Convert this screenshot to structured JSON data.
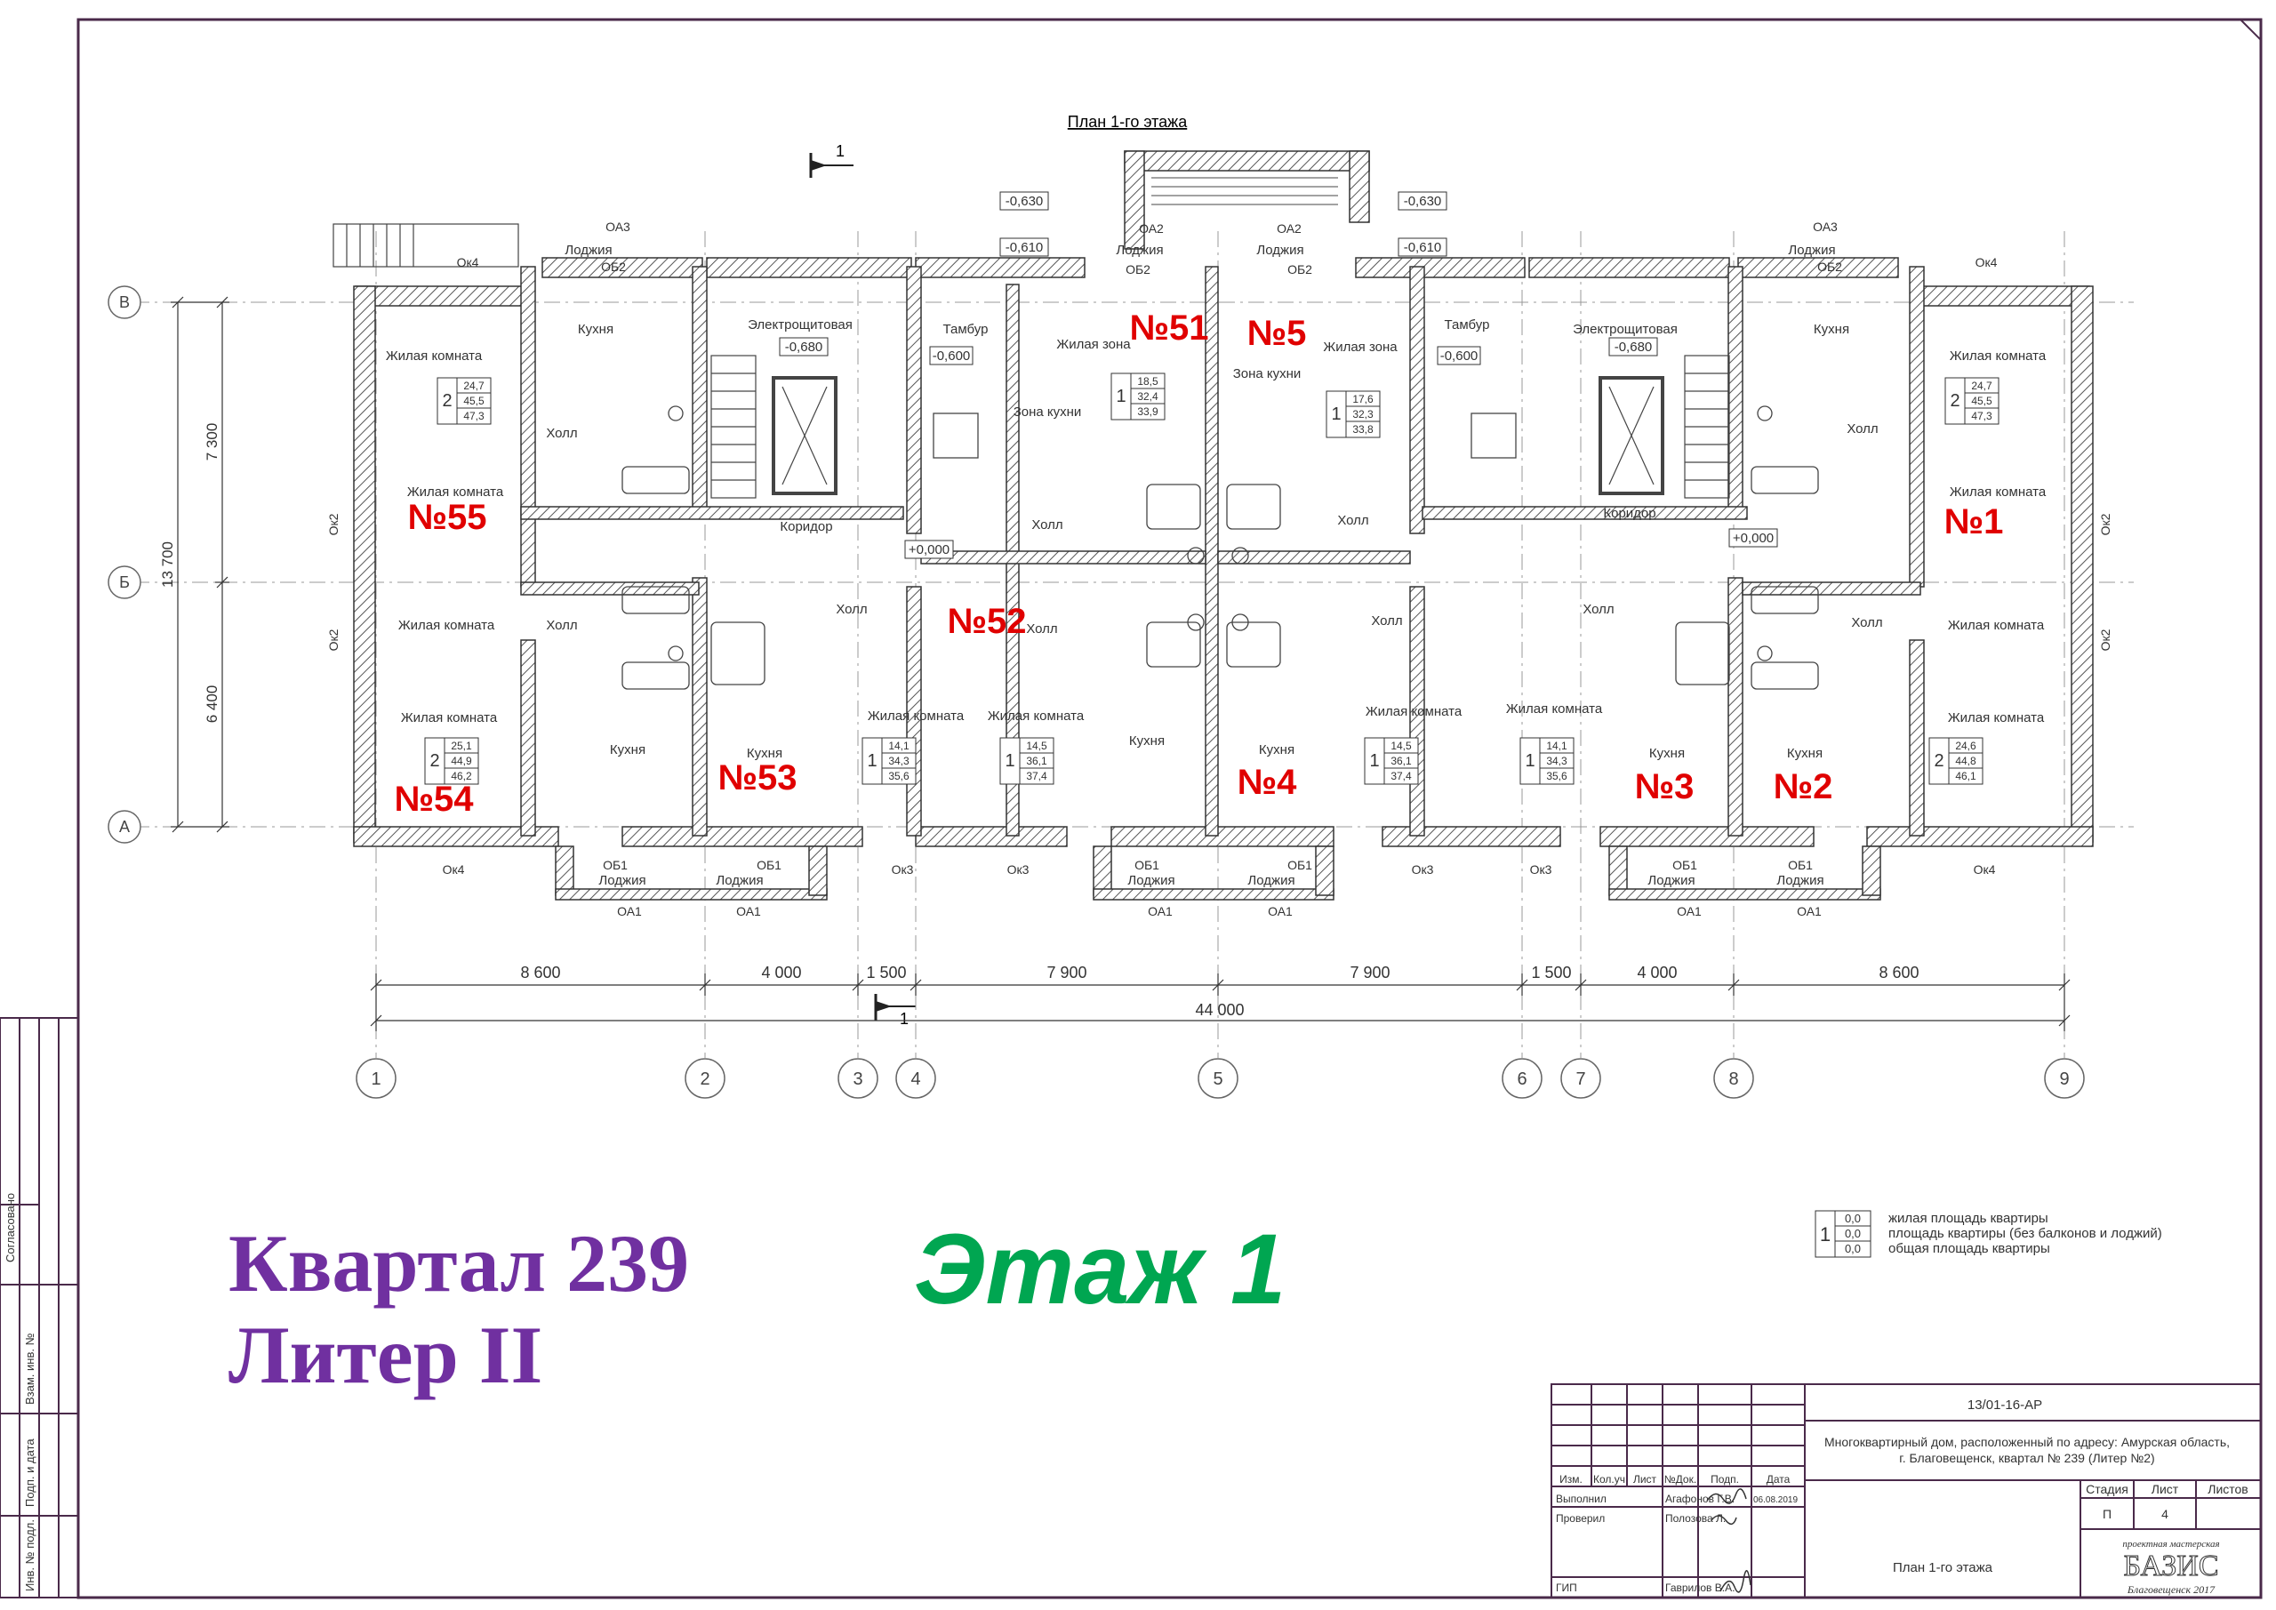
{
  "plan_title": "План 1-го этажа",
  "section_mark": "1",
  "axes": {
    "vertical": [
      "1",
      "2",
      "3",
      "4",
      "5",
      "6",
      "7",
      "8",
      "9"
    ],
    "horizontal": [
      "В",
      "Б",
      "А"
    ]
  },
  "dimensions": {
    "bottom": [
      "8 600",
      "4 000",
      "1 500",
      "7 900",
      "7 900",
      "1 500",
      "4 000",
      "8 600"
    ],
    "total": "44 000",
    "left": [
      "7 300",
      "6 400"
    ],
    "left_total": "13 700"
  },
  "levels": [
    "-0,630",
    "-0,610",
    "-0,630",
    "-0,610",
    "-0,680",
    "-0,600",
    "-0,680",
    "-0,600",
    "+0,000",
    "+0,000"
  ],
  "apartments": [
    {
      "no": "№55"
    },
    {
      "no": "№54"
    },
    {
      "no": "№53"
    },
    {
      "no": "№52"
    },
    {
      "no": "№51"
    },
    {
      "no": "№5"
    },
    {
      "no": "№4"
    },
    {
      "no": "№3"
    },
    {
      "no": "№2"
    },
    {
      "no": "№1"
    }
  ],
  "room_labels": {
    "living_room": "Жилая комната",
    "kitchen": "Кухня",
    "hall": "Холл",
    "loggia": "Лоджия",
    "corridor": "Коридор",
    "vestibule": "Тамбур",
    "electrical": "Электрощитовая",
    "living_zone": "Жилая зона",
    "kitchen_zone": "Зона кухни"
  },
  "openings": [
    "ОА3",
    "ОА2",
    "ОА1",
    "ОБ1",
    "ОБ2",
    "Ок4",
    "Ок3",
    "Ок2"
  ],
  "area_boxes": [
    {
      "rooms": "2",
      "a": "24,7",
      "b": "45,5",
      "c": "47,3"
    },
    {
      "rooms": "1",
      "a": "18,5",
      "b": "32,4",
      "c": "33,9"
    },
    {
      "rooms": "1",
      "a": "17,6",
      "b": "32,3",
      "c": "33,8"
    },
    {
      "rooms": "2",
      "a": "24,7",
      "b": "45,5",
      "c": "47,3"
    },
    {
      "rooms": "2",
      "a": "25,1",
      "b": "44,9",
      "c": "46,2"
    },
    {
      "rooms": "1",
      "a": "14,1",
      "b": "34,3",
      "c": "35,6"
    },
    {
      "rooms": "1",
      "a": "14,5",
      "b": "36,1",
      "c": "37,4"
    },
    {
      "rooms": "1",
      "a": "14,5",
      "b": "36,1",
      "c": "37,4"
    },
    {
      "rooms": "1",
      "a": "14,1",
      "b": "34,3",
      "c": "35,6"
    },
    {
      "rooms": "2",
      "a": "24,6",
      "b": "44,8",
      "c": "46,1"
    }
  ],
  "legend": {
    "rooms": "1",
    "value": "0,0",
    "lines": [
      "жилая площадь квартиры",
      "площадь квартиры (без балконов и лоджий)",
      "общая площадь квартиры"
    ]
  },
  "overlay": {
    "block_line1": "Квартал 239",
    "block_line2": "Литер II",
    "floor": "Этаж 1"
  },
  "side_stamp": [
    "Согласовано",
    "Взам. инв. №",
    "Подп. и дата",
    "Инв. № подл."
  ],
  "title_block": {
    "code": "13/01-16-АР",
    "description_lines": [
      "Многоквартирный дом, расположенный по адресу: Амурская область,",
      "г. Благовещенск, квартал № 239 (Литер №2)"
    ],
    "headers": [
      "Изм.",
      "Кол.уч",
      "Лист",
      "№Док.",
      "Подп.",
      "Дата"
    ],
    "roles": [
      {
        "role": "Выполнил",
        "name": "Агафонов Г.В.",
        "date": "06.08.2019"
      },
      {
        "role": "Проверил",
        "name": "Полозова Л.",
        "date": ""
      },
      {
        "role": "ГИП",
        "name": "Гаврилов В.А.",
        "date": ""
      }
    ],
    "stage_headers": [
      "Стадия",
      "Лист",
      "Листов"
    ],
    "stage_values": [
      "П",
      "4",
      ""
    ],
    "sheet_name": "План 1-го этажа",
    "org_top": "проектная мастерская",
    "org_name": "БАЗИС",
    "org_city": "Благовещенск 2017"
  },
  "colors": {
    "apartment_no": "#e00000",
    "block_title": "#7030a0",
    "floor_title": "#00a651",
    "frame": "#4a2a4a"
  }
}
